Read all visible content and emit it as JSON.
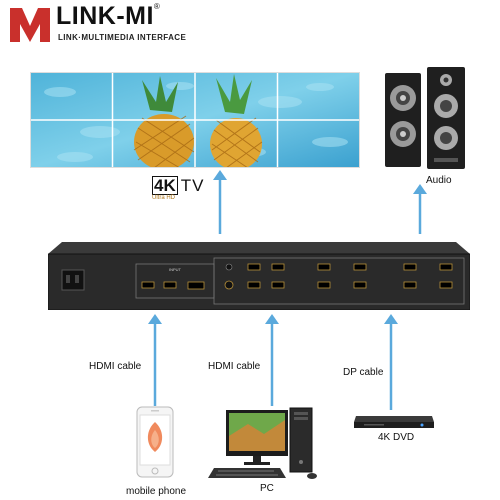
{
  "brand": {
    "name": "LINK-MI",
    "registered": "®",
    "tagline": "LINK·MULTIMEDIA INTERFACE"
  },
  "outputs": {
    "tv_badge_4k": "4K",
    "tv_badge_tv": "TV",
    "tv_badge_sub": "Ultra HD",
    "audio_label": "Audio"
  },
  "matrix": {
    "input_label": "INPUT"
  },
  "cables": {
    "left": "HDMI cable",
    "middle": "HDMI cable",
    "right": "DP cable"
  },
  "sources": {
    "phone": "mobile phone",
    "pc": "PC",
    "dvd": "4K DVD"
  },
  "colors": {
    "arrow": "#5aa9dc",
    "brand_red": "#c9302c",
    "device_body": "#2b2b2b"
  }
}
